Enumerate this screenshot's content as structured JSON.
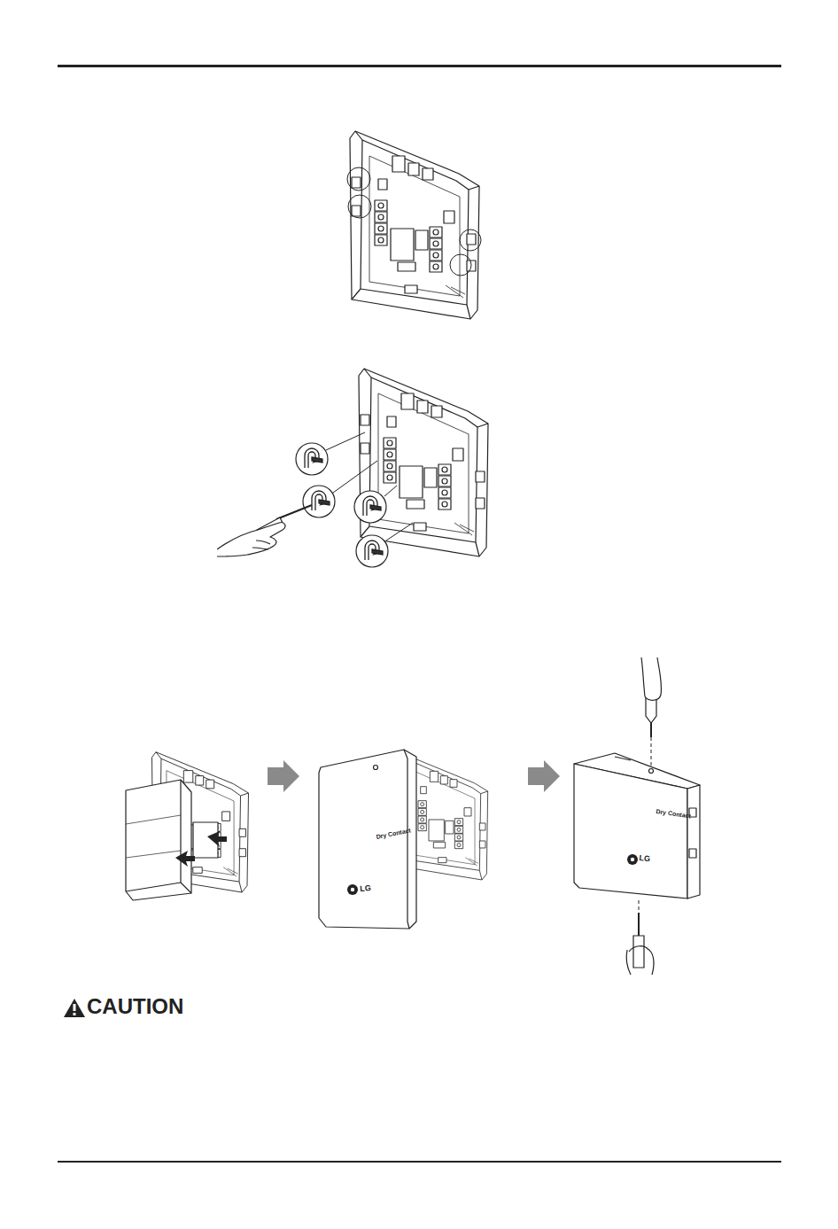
{
  "diagram": {
    "labels": [
      "Dry Contact",
      "LG",
      "Dry Contact",
      "LG",
      "CAUTION"
    ]
  }
}
